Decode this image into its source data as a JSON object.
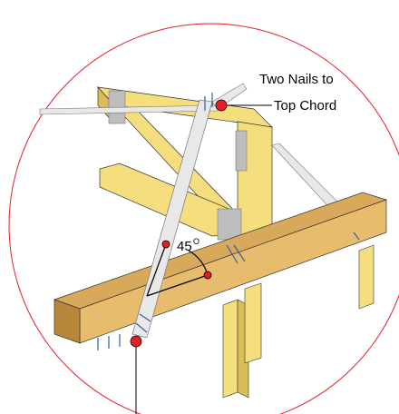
{
  "callout": {
    "line1": "Two Nails to",
    "line2": "Top Chord"
  },
  "angle": {
    "value": "45",
    "unit": "O"
  },
  "colors": {
    "lumber": "#F5DE7E",
    "lumber_dark": "#D9BE58",
    "beam": "#D9A95B",
    "beam_dark": "#B9873A",
    "strap": "#E8E8E8",
    "plate": "#BDBDBD",
    "marker": "#E41E26",
    "nail": "#2F5FA8"
  }
}
